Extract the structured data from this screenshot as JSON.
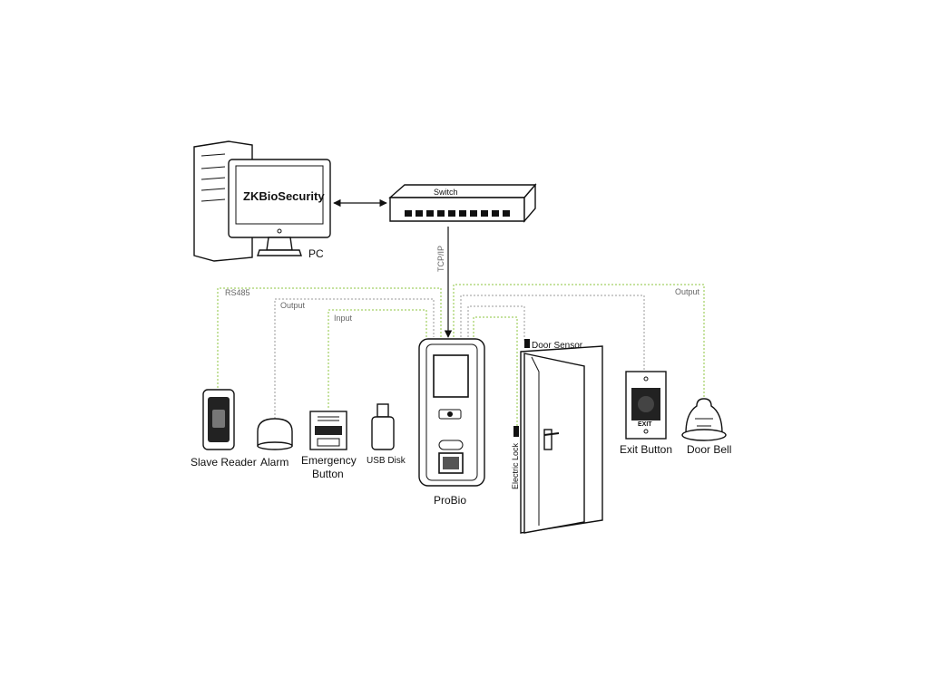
{
  "pc": {
    "screen_text": "ZKBioSecurity",
    "label": "PC"
  },
  "switch": {
    "label": "Switch"
  },
  "links": {
    "tcp": "TCP/IP",
    "rs485": "RS485",
    "output_left": "Output",
    "input": "Input",
    "output_right": "Output"
  },
  "devices": {
    "slave_reader": "Slave Reader",
    "alarm": "Alarm",
    "emergency_line1": "Emergency",
    "emergency_line2": "Button",
    "usb_disk": "USB Disk",
    "probio": "ProBio",
    "door_sensor": "Door Sensor",
    "electric_lock": "Electric Lock",
    "exit_button": "Exit Button",
    "exit_text": "EXIT",
    "door_bell": "Door Bell"
  },
  "colors": {
    "wire_green": "#8cc63f",
    "wire_grey": "#999999",
    "stroke": "#111111"
  }
}
